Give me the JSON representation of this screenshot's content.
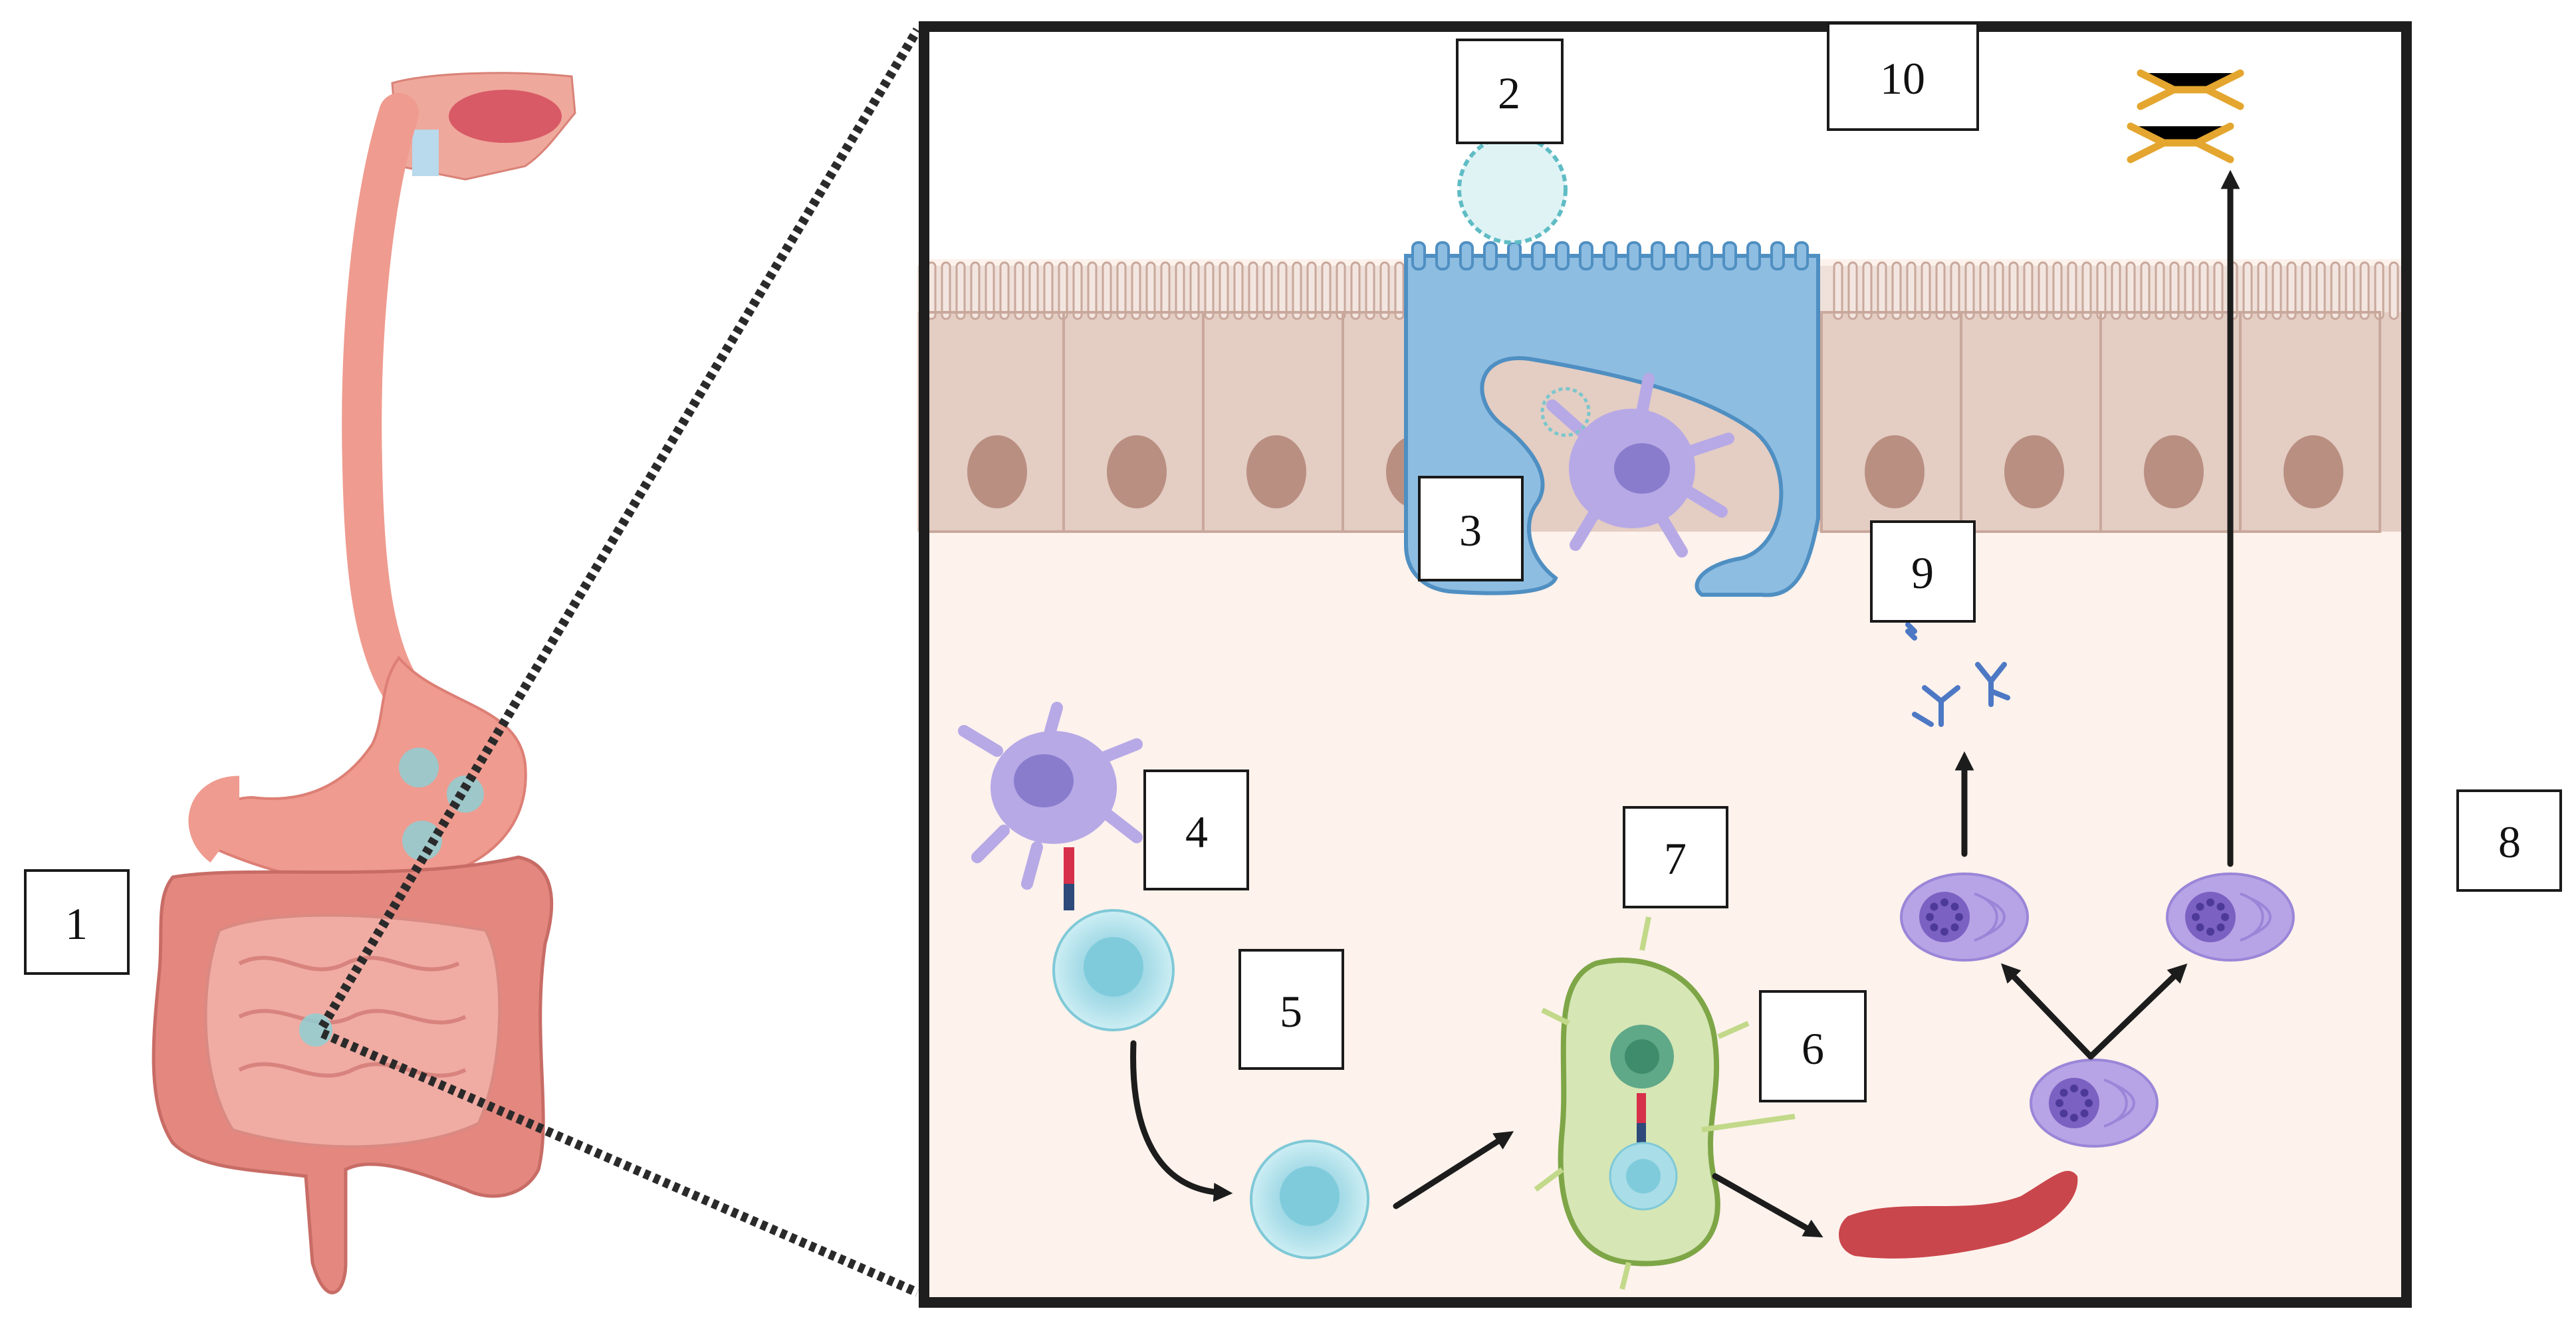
{
  "labels": {
    "l1": "1",
    "l2": "2",
    "l3": "3",
    "l4": "4",
    "l5": "5",
    "l6": "6",
    "l7": "7",
    "l8": "8",
    "l9": "9",
    "l10": "10"
  },
  "colors": {
    "frame_border": "#1e1e1e",
    "lumen_background": "#ffffff",
    "lamina_propria": "#fdf2ec",
    "epithelial_cell": "#e2c8bd",
    "epithelial_nucleus": "#b98f82",
    "m_cell": "#7fb2d9",
    "dendritic_cell": "#b7a9e6",
    "naive_t_cell": "#a9dde8",
    "follicle": "#d6e6b5",
    "plasma_cell": "#b7a4e6",
    "antibody_iga": "#e4a62f",
    "antibody_igg": "#4d78c4",
    "blood_vessel": "#c9464c",
    "gut_organs": "#ef9b8f",
    "antigen": "#6cc1c9"
  },
  "icons": [
    "digestive-tract",
    "antigen-particle",
    "m-cell",
    "dendritic-cell",
    "t-cell",
    "lymphoid-follicle",
    "blood-vessel",
    "plasma-cell",
    "secretory-iga",
    "igg-antibody"
  ]
}
